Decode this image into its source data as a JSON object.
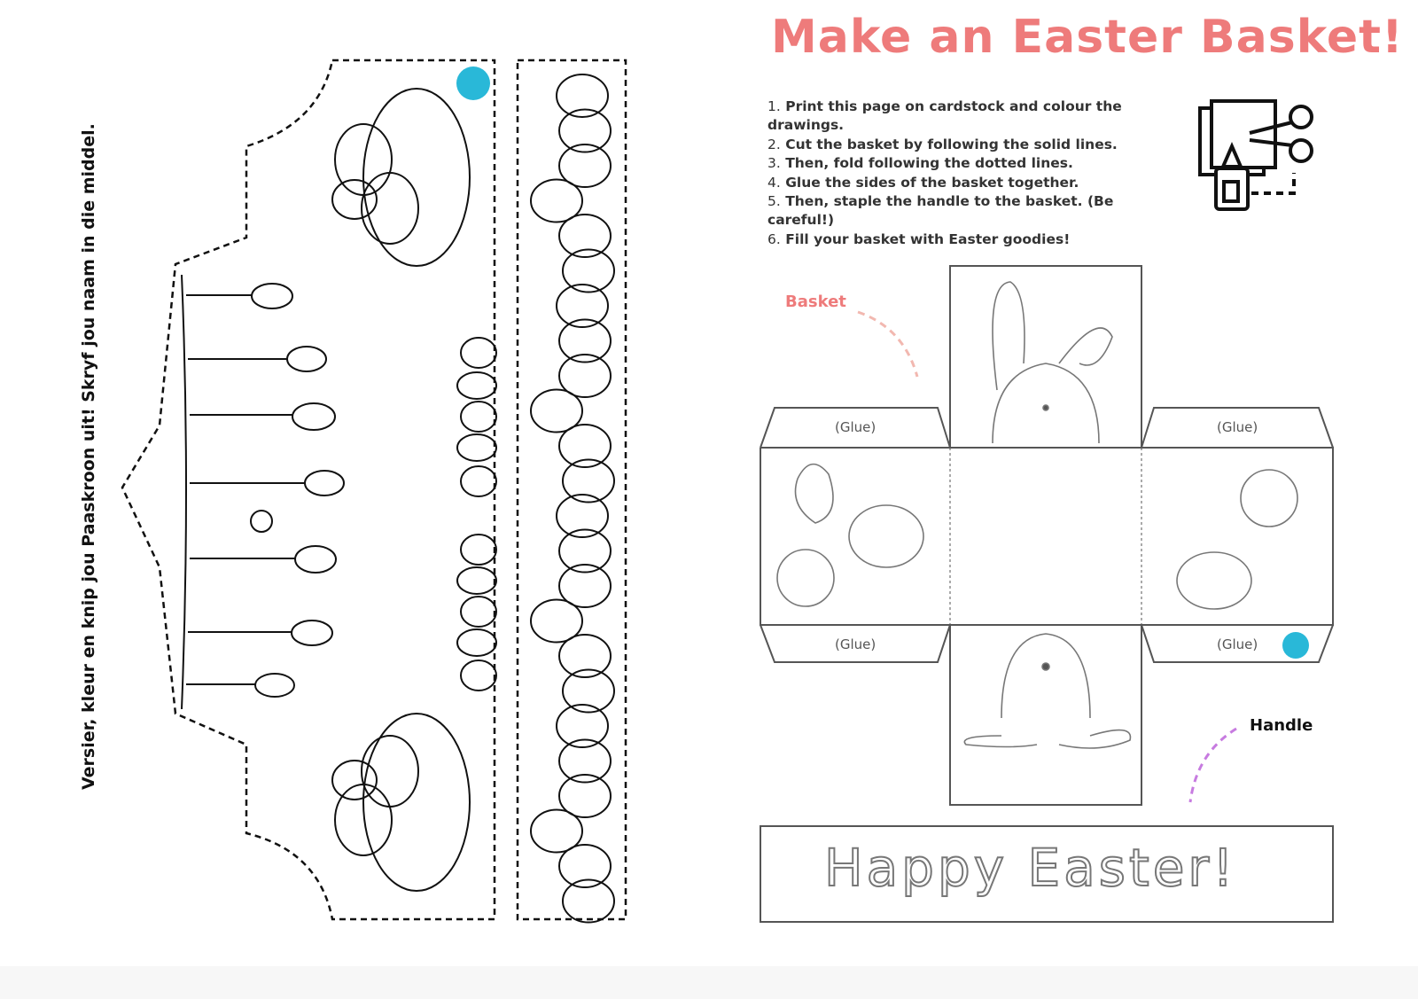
{
  "title": "Make an Easter Basket!",
  "instructions": [
    {
      "n": "1.",
      "text": "Print this page on cardstock and colour the drawings."
    },
    {
      "n": "2.",
      "text": "Cut the basket by following the solid lines."
    },
    {
      "n": "3.",
      "text": "Then, fold following the dotted lines."
    },
    {
      "n": "4.",
      "text": "Glue the sides of the basket together."
    },
    {
      "n": "5.",
      "text": "Then, staple the handle to the basket. (Be careful!)"
    },
    {
      "n": "6.",
      "text": "Fill your basket with Easter goodies!"
    }
  ],
  "crown_instruction": "Versier, kleur en knip jou Paaskroon uit! Skryf jou naam in die middel.",
  "labels": {
    "basket": "Basket",
    "handle": "Handle",
    "glue": "(Glue)"
  },
  "handle_text": "Happy Easter!",
  "colors": {
    "accent": "#ee7b7b",
    "arrow_basket": "#f2b8b0",
    "arrow_handle": "#c77be0"
  }
}
